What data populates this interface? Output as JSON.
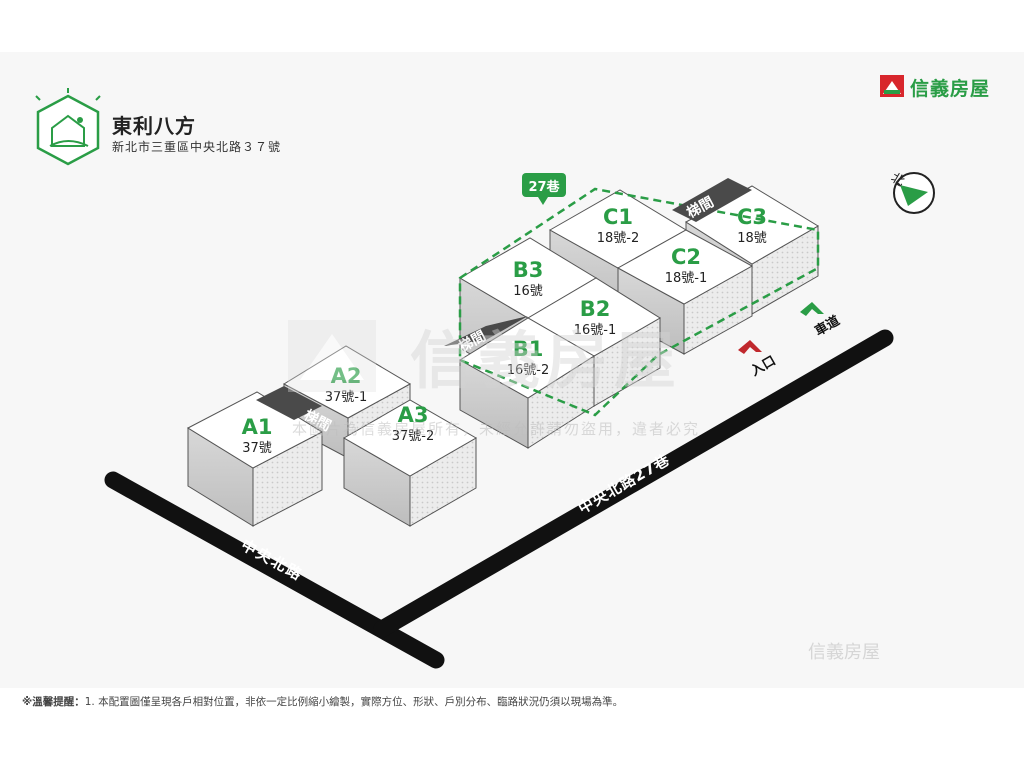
{
  "header": {
    "title": "東利八方",
    "address": "新北市三重區中央北路３７號"
  },
  "brand": {
    "name": "信義房屋",
    "color": "#2a9d46"
  },
  "compass": {
    "label": "北"
  },
  "lane_marker": {
    "label": "27巷"
  },
  "buildings": [
    {
      "id": "A1",
      "address": "37號"
    },
    {
      "id": "A2",
      "address": "37號-1"
    },
    {
      "id": "A3",
      "address": "37號-2"
    },
    {
      "id": "B1",
      "address": "16號-2"
    },
    {
      "id": "B2",
      "address": "16號-1"
    },
    {
      "id": "B3",
      "address": "16號"
    },
    {
      "id": "C1",
      "address": "18號-2"
    },
    {
      "id": "C2",
      "address": "18號-1"
    },
    {
      "id": "C3",
      "address": "18號"
    }
  ],
  "stairs_label": "梯間",
  "roads": {
    "main": "中央北路",
    "lane": "中央北路27巷"
  },
  "markers": {
    "entrance": "入口",
    "driveway": "車道"
  },
  "watermark": {
    "text": "信義房屋",
    "sub": "本圖片為信義房屋所有，未經允許請勿盜用，違者必究",
    "corner": "信義房屋"
  },
  "footer": {
    "prefix": "※溫馨提醒：",
    "text": "1. 本配置圖僅呈現各戶相對位置，非依一定比例縮小繪製，實際方位、形狀、戶別分布、臨路狀況仍須以現場為準。"
  },
  "colors": {
    "accent": "#2a9d46",
    "brand_red": "#d8262c",
    "road": "#111111"
  }
}
